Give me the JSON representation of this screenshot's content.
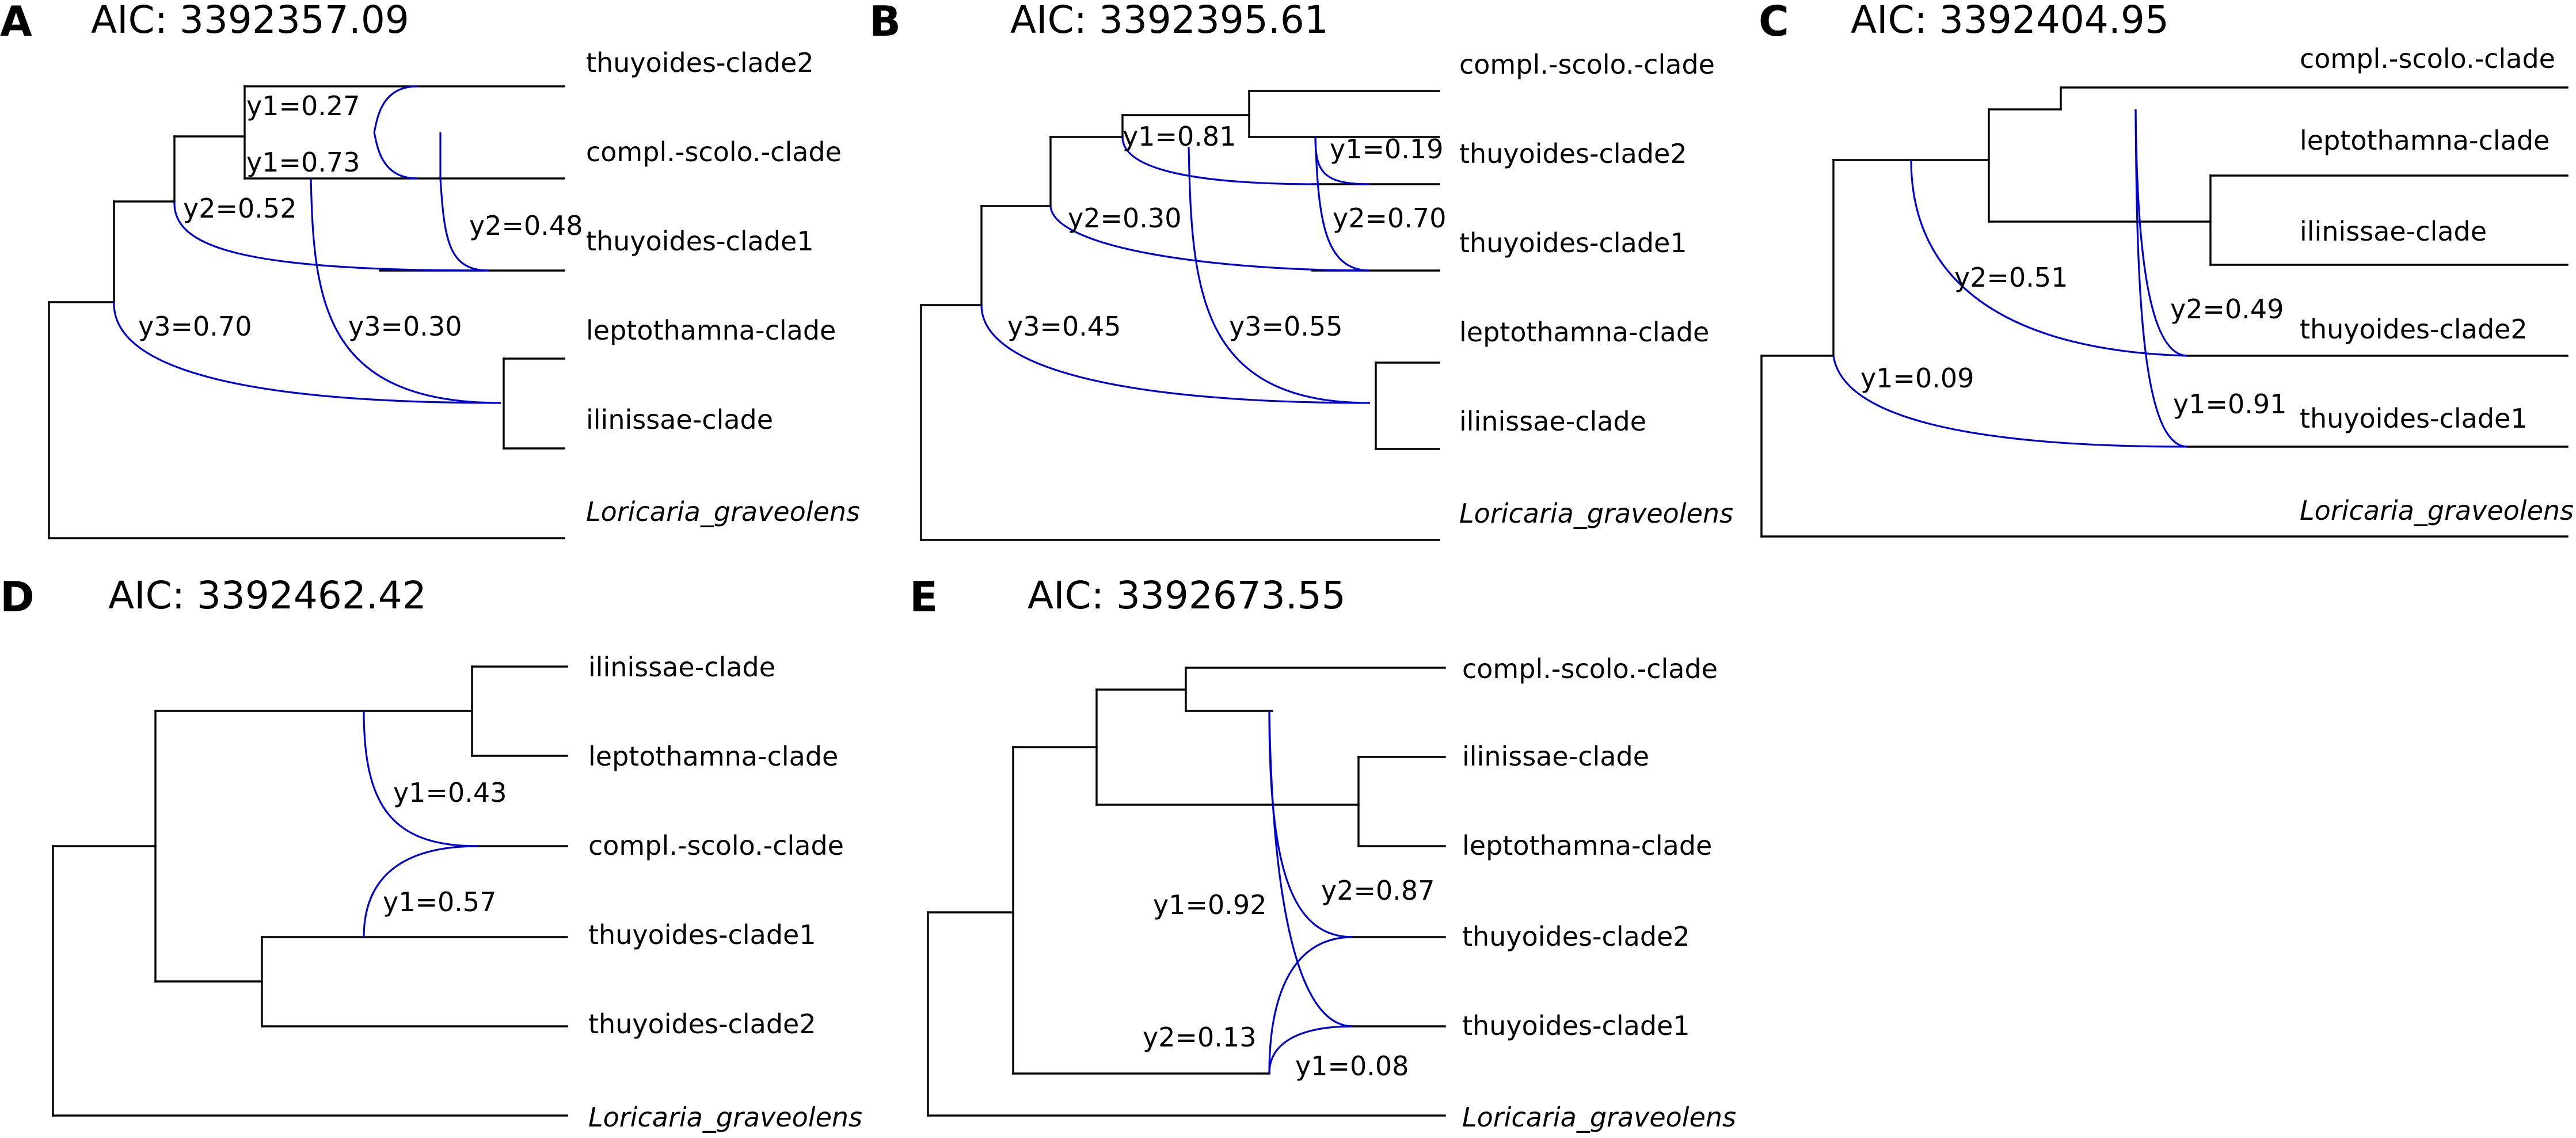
{
  "panels": [
    {
      "letter": "A",
      "aic": "AIC: 3392357.09",
      "tips": [
        "thuyoides-clade2",
        "compl.-scolo.-clade",
        "thuyoides-clade1",
        "leptothamna-clade",
        "ilinissae-clade",
        "Loricaria_graveolens"
      ],
      "gammas": [
        "y1=0.27",
        "y1=0.73",
        "y2=0.52",
        "y2=0.48",
        "y3=0.70",
        "y3=0.30"
      ]
    },
    {
      "letter": "B",
      "aic": "AIC: 3392395.61",
      "tips": [
        "compl.-scolo.-clade",
        "thuyoides-clade2",
        "thuyoides-clade1",
        "leptothamna-clade",
        "ilinissae-clade",
        "Loricaria_graveolens"
      ],
      "gammas": [
        "y1=0.81",
        "y1=0.19",
        "y2=0.30",
        "y2=0.70",
        "y3=0.45",
        "y3=0.55"
      ]
    },
    {
      "letter": "C",
      "aic": "AIC: 3392404.95",
      "tips": [
        "compl.-scolo.-clade",
        "leptothamna-clade",
        "ilinissae-clade",
        "thuyoides-clade2",
        "thuyoides-clade1",
        "Loricaria_graveolens"
      ],
      "gammas": [
        "y2=0.51",
        "y2=0.49",
        "y1=0.09",
        "y1=0.91"
      ]
    },
    {
      "letter": "D",
      "aic": "AIC: 3392462.42",
      "tips": [
        "ilinissae-clade",
        "leptothamna-clade",
        "compl.-scolo.-clade",
        "thuyoides-clade1",
        "thuyoides-clade2",
        "Loricaria_graveolens"
      ],
      "gammas": [
        "y1=0.43",
        "y1=0.57"
      ]
    },
    {
      "letter": "E",
      "aic": "AIC: 3392673.55",
      "tips": [
        "compl.-scolo.-clade",
        "ilinissae-clade",
        "leptothamna-clade",
        "thuyoides-clade2",
        "thuyoides-clade1",
        "Loricaria_graveolens"
      ],
      "gammas": [
        "y2=0.87",
        "y1=0.92",
        "y2=0.13",
        "y1=0.08"
      ]
    }
  ],
  "colors": {
    "tree": "#000000",
    "reticulation": "#0000cc"
  }
}
